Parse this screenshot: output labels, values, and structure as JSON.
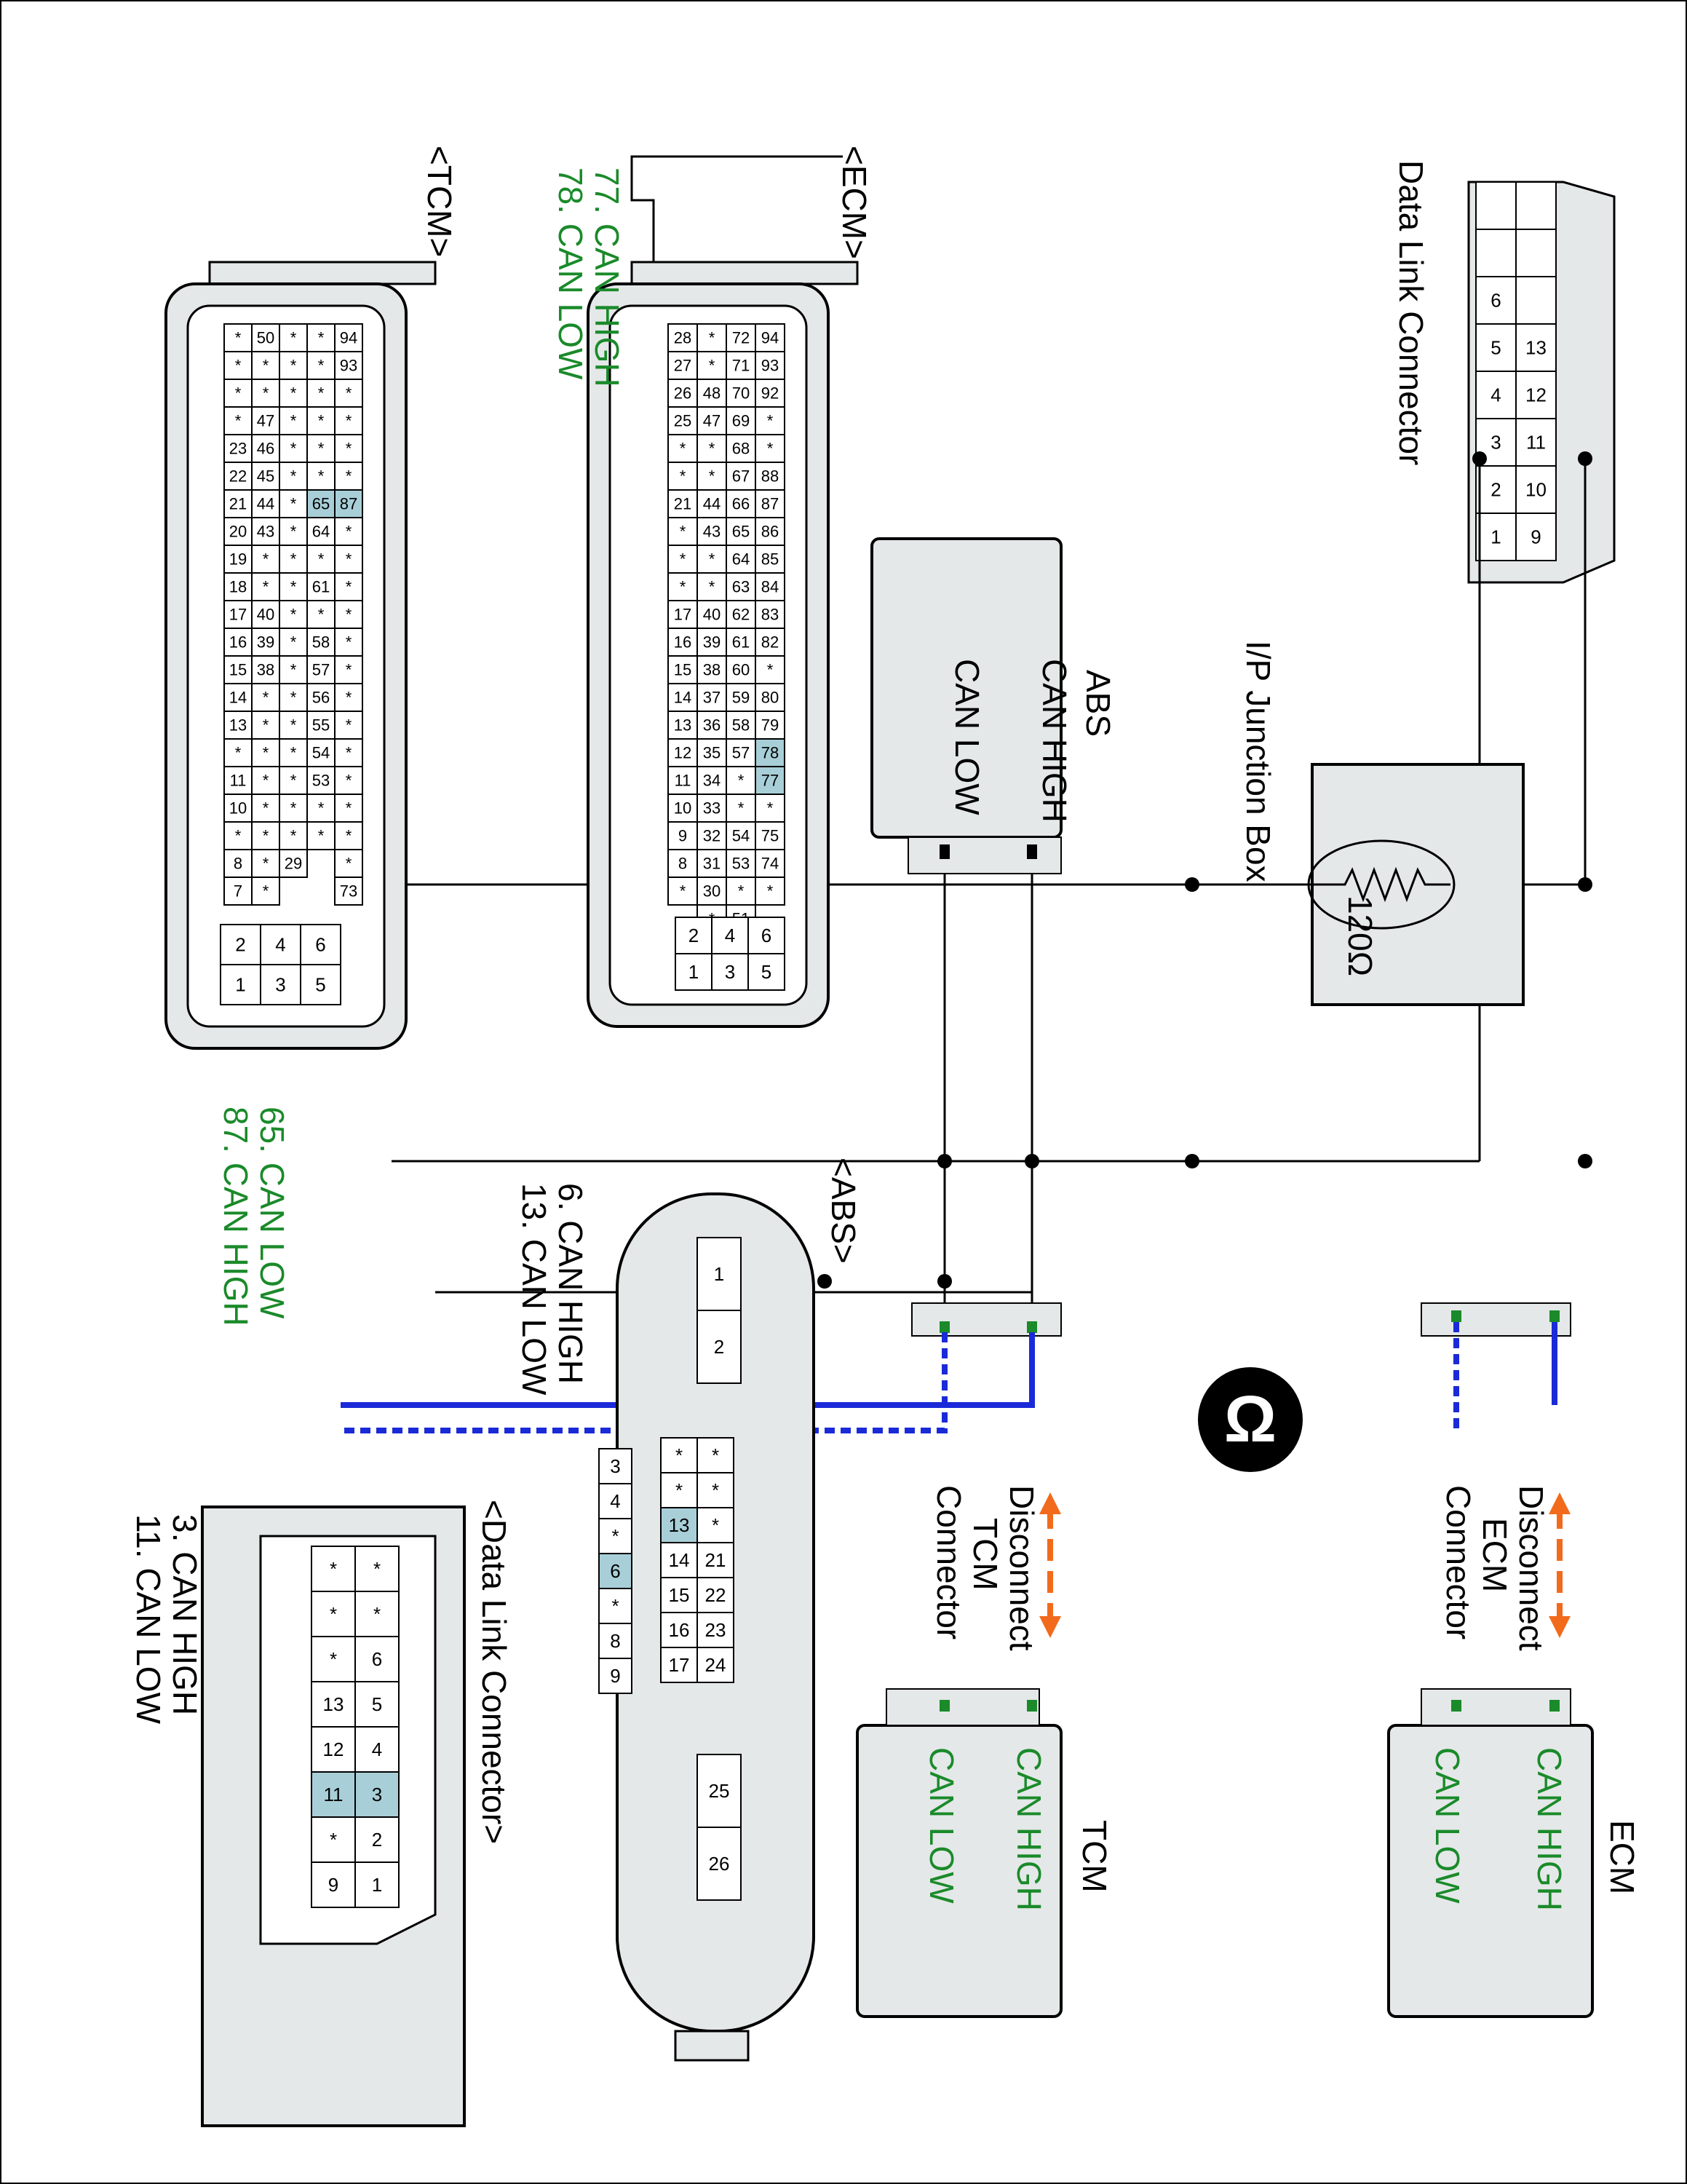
{
  "title_labels": {
    "ecm_connector": "<ECM>",
    "tcm_connector": "<TCM>",
    "abs_connector": "<ABS>",
    "dlc_connector": "<Data Link Connector>",
    "dlc_top": "Data Link Connector",
    "junction_box": "I/P Junction Box",
    "resistor_value": "120Ω"
  },
  "modules": {
    "abs": {
      "name": "ABS",
      "pin_high": "CAN HIGH",
      "pin_low": "CAN LOW"
    },
    "ecm": {
      "name": "ECM",
      "pin_high": "CAN HIGH",
      "pin_low": "CAN LOW"
    },
    "tcm": {
      "name": "TCM",
      "pin_high": "CAN HIGH",
      "pin_low": "CAN LOW"
    }
  },
  "disconnect": {
    "ecm": [
      "Disconnect",
      "ECM",
      "Connector"
    ],
    "tcm": [
      "Disconnect",
      "TCM",
      "Connector"
    ]
  },
  "pin_legends": {
    "ecm": [
      "77. CAN HIGH",
      "78. CAN LOW"
    ],
    "tcm": [
      "65. CAN LOW",
      "87. CAN HIGH"
    ],
    "abs": [
      "6. CAN HIGH",
      "13. CAN LOW"
    ],
    "dlc": [
      "3. CAN HIGH",
      "11. CAN LOW"
    ]
  },
  "dlc_top_pins": {
    "row1": [
      "1",
      "2",
      "3",
      "4",
      "5",
      "6",
      "",
      ""
    ],
    "row2": [
      "9",
      "10",
      "11",
      "12",
      "13",
      "",
      "",
      ""
    ]
  },
  "dlc_bottom_pins": {
    "row1": [
      "1",
      "2",
      "3",
      "4",
      "5",
      "6",
      "*",
      "*"
    ],
    "row2": [
      "9",
      "*",
      "11",
      "12",
      "13",
      "*",
      "*",
      "*"
    ]
  },
  "abs_pins": {
    "top": [
      "1",
      "2"
    ],
    "grid": [
      [
        "*",
        "*",
        "*",
        "21",
        "22",
        "23",
        "24"
      ],
      [
        "*",
        "*",
        "13",
        "14",
        "15",
        "16",
        "17"
      ]
    ],
    "small": [
      "3",
      "4",
      "*",
      "6",
      "*",
      "8",
      "9"
    ],
    "bottom": [
      "25",
      "26"
    ]
  },
  "ecm_pins": {
    "row1": [
      "94",
      "93",
      "92",
      "*",
      "*",
      "88",
      "87",
      "86",
      "85",
      "84",
      "83",
      "82",
      "*",
      "80",
      "79",
      "78",
      "77",
      "*",
      "75",
      "74",
      "*"
    ],
    "row2": [
      "72",
      "71",
      "70",
      "69",
      "68",
      "67",
      "66",
      "65",
      "64",
      "63",
      "62",
      "61",
      "60",
      "59",
      "58",
      "57",
      "*",
      "*",
      "54",
      "53",
      "*",
      "51"
    ],
    "row3": [
      "*",
      "*",
      "48",
      "47",
      "*",
      "*",
      "44",
      "43",
      "*",
      "*",
      "40",
      "39",
      "38",
      "37",
      "36",
      "35",
      "34",
      "33",
      "32",
      "31",
      "30",
      "*"
    ],
    "row4": [
      "28",
      "27",
      "26",
      "25",
      "*",
      "*",
      "21",
      "*",
      "*",
      "*",
      "17",
      "16",
      "15",
      "14",
      "13",
      "12",
      "11",
      "10",
      "9",
      "8",
      "*"
    ],
    "small": [
      [
        "6",
        "5"
      ],
      [
        "4",
        "3"
      ],
      [
        "2",
        "1"
      ]
    ]
  },
  "tcm_pins": {
    "row1": [
      "94",
      "93",
      "*",
      "*",
      "*",
      "*",
      "87",
      "*",
      "*",
      "*",
      "*",
      "*",
      "*",
      "*",
      "*",
      "*",
      "*",
      "*",
      "*",
      "*",
      "73"
    ],
    "row2": [
      "*",
      "*",
      "*",
      "*",
      "*",
      "*",
      "65",
      "64",
      "*",
      "61",
      "*",
      "58",
      "57",
      "56",
      "55",
      "54",
      "53",
      "*",
      "*"
    ],
    "row3": [
      "*",
      "*",
      "*",
      "*",
      "*",
      "*",
      "*",
      "*",
      "*",
      "*",
      "*",
      "*",
      "*",
      "*",
      "*",
      "*",
      "*",
      "*",
      "*",
      "29"
    ],
    "row4": [
      "50",
      "*",
      "*",
      "47",
      "46",
      "45",
      "44",
      "43",
      "*",
      "*",
      "40",
      "39",
      "38",
      "*",
      "*",
      "*",
      "*",
      "*",
      "*",
      "*",
      "*"
    ],
    "row5": [
      "*",
      "*",
      "*",
      "*",
      "23",
      "22",
      "21",
      "20",
      "19",
      "18",
      "17",
      "16",
      "15",
      "14",
      "13",
      "*",
      "11",
      "10",
      "*",
      "8",
      "7"
    ],
    "small": [
      [
        "6",
        "5"
      ],
      [
        "4",
        "3"
      ],
      [
        "2",
        "1"
      ]
    ]
  },
  "colors": {
    "green_text": "#1a8a2a",
    "can_blue": "#1a2ad8",
    "arrow_orange": "#f26a1b",
    "box_fill": "#e4e8e8",
    "highlight": "#a8cfd8"
  },
  "icons": {
    "omega_symbol": "Ω"
  }
}
